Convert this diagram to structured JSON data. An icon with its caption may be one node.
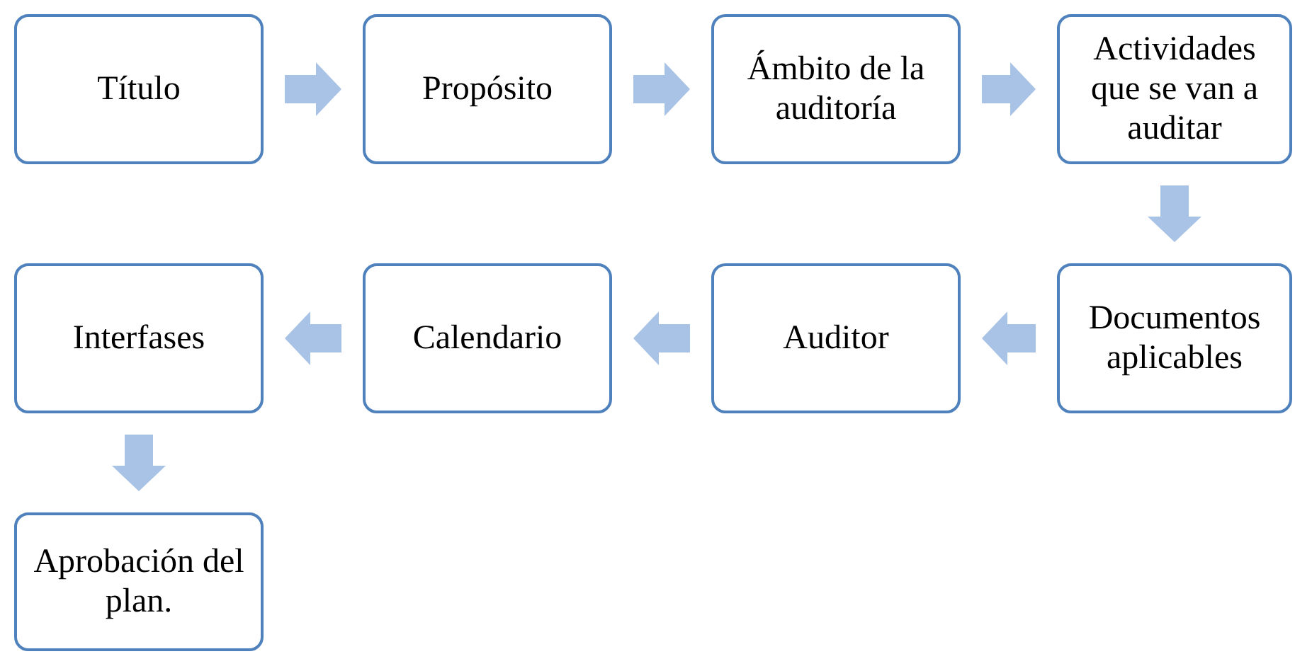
{
  "diagram": {
    "nodes": [
      {
        "text": [
          "Título"
        ]
      },
      {
        "text": [
          "Propósito"
        ]
      },
      {
        "text": [
          "Ámbito de la auditoría"
        ]
      },
      {
        "text": [
          "Actividades que se van a auditar"
        ]
      },
      {
        "text": [
          "Documentos aplicables"
        ]
      },
      {
        "text": [
          "Auditor"
        ]
      },
      {
        "text": [
          "Calendario"
        ]
      },
      {
        "text": [
          "Interfases"
        ]
      },
      {
        "text": [
          "Aprobación del plan."
        ]
      }
    ],
    "edges": [
      {
        "from": 0,
        "to": 1,
        "arrow": "to"
      },
      {
        "from": 1,
        "to": 2,
        "arrow": "to"
      },
      {
        "from": 2,
        "to": 3,
        "arrow": "to"
      },
      {
        "from": 3,
        "to": 4,
        "arrow": "to"
      },
      {
        "from": 4,
        "to": 5,
        "arrow": "to"
      },
      {
        "from": 5,
        "to": 6,
        "arrow": "to"
      },
      {
        "from": 6,
        "to": 7,
        "arrow": "to"
      },
      {
        "from": 7,
        "to": 8,
        "arrow": "to"
      }
    ]
  }
}
